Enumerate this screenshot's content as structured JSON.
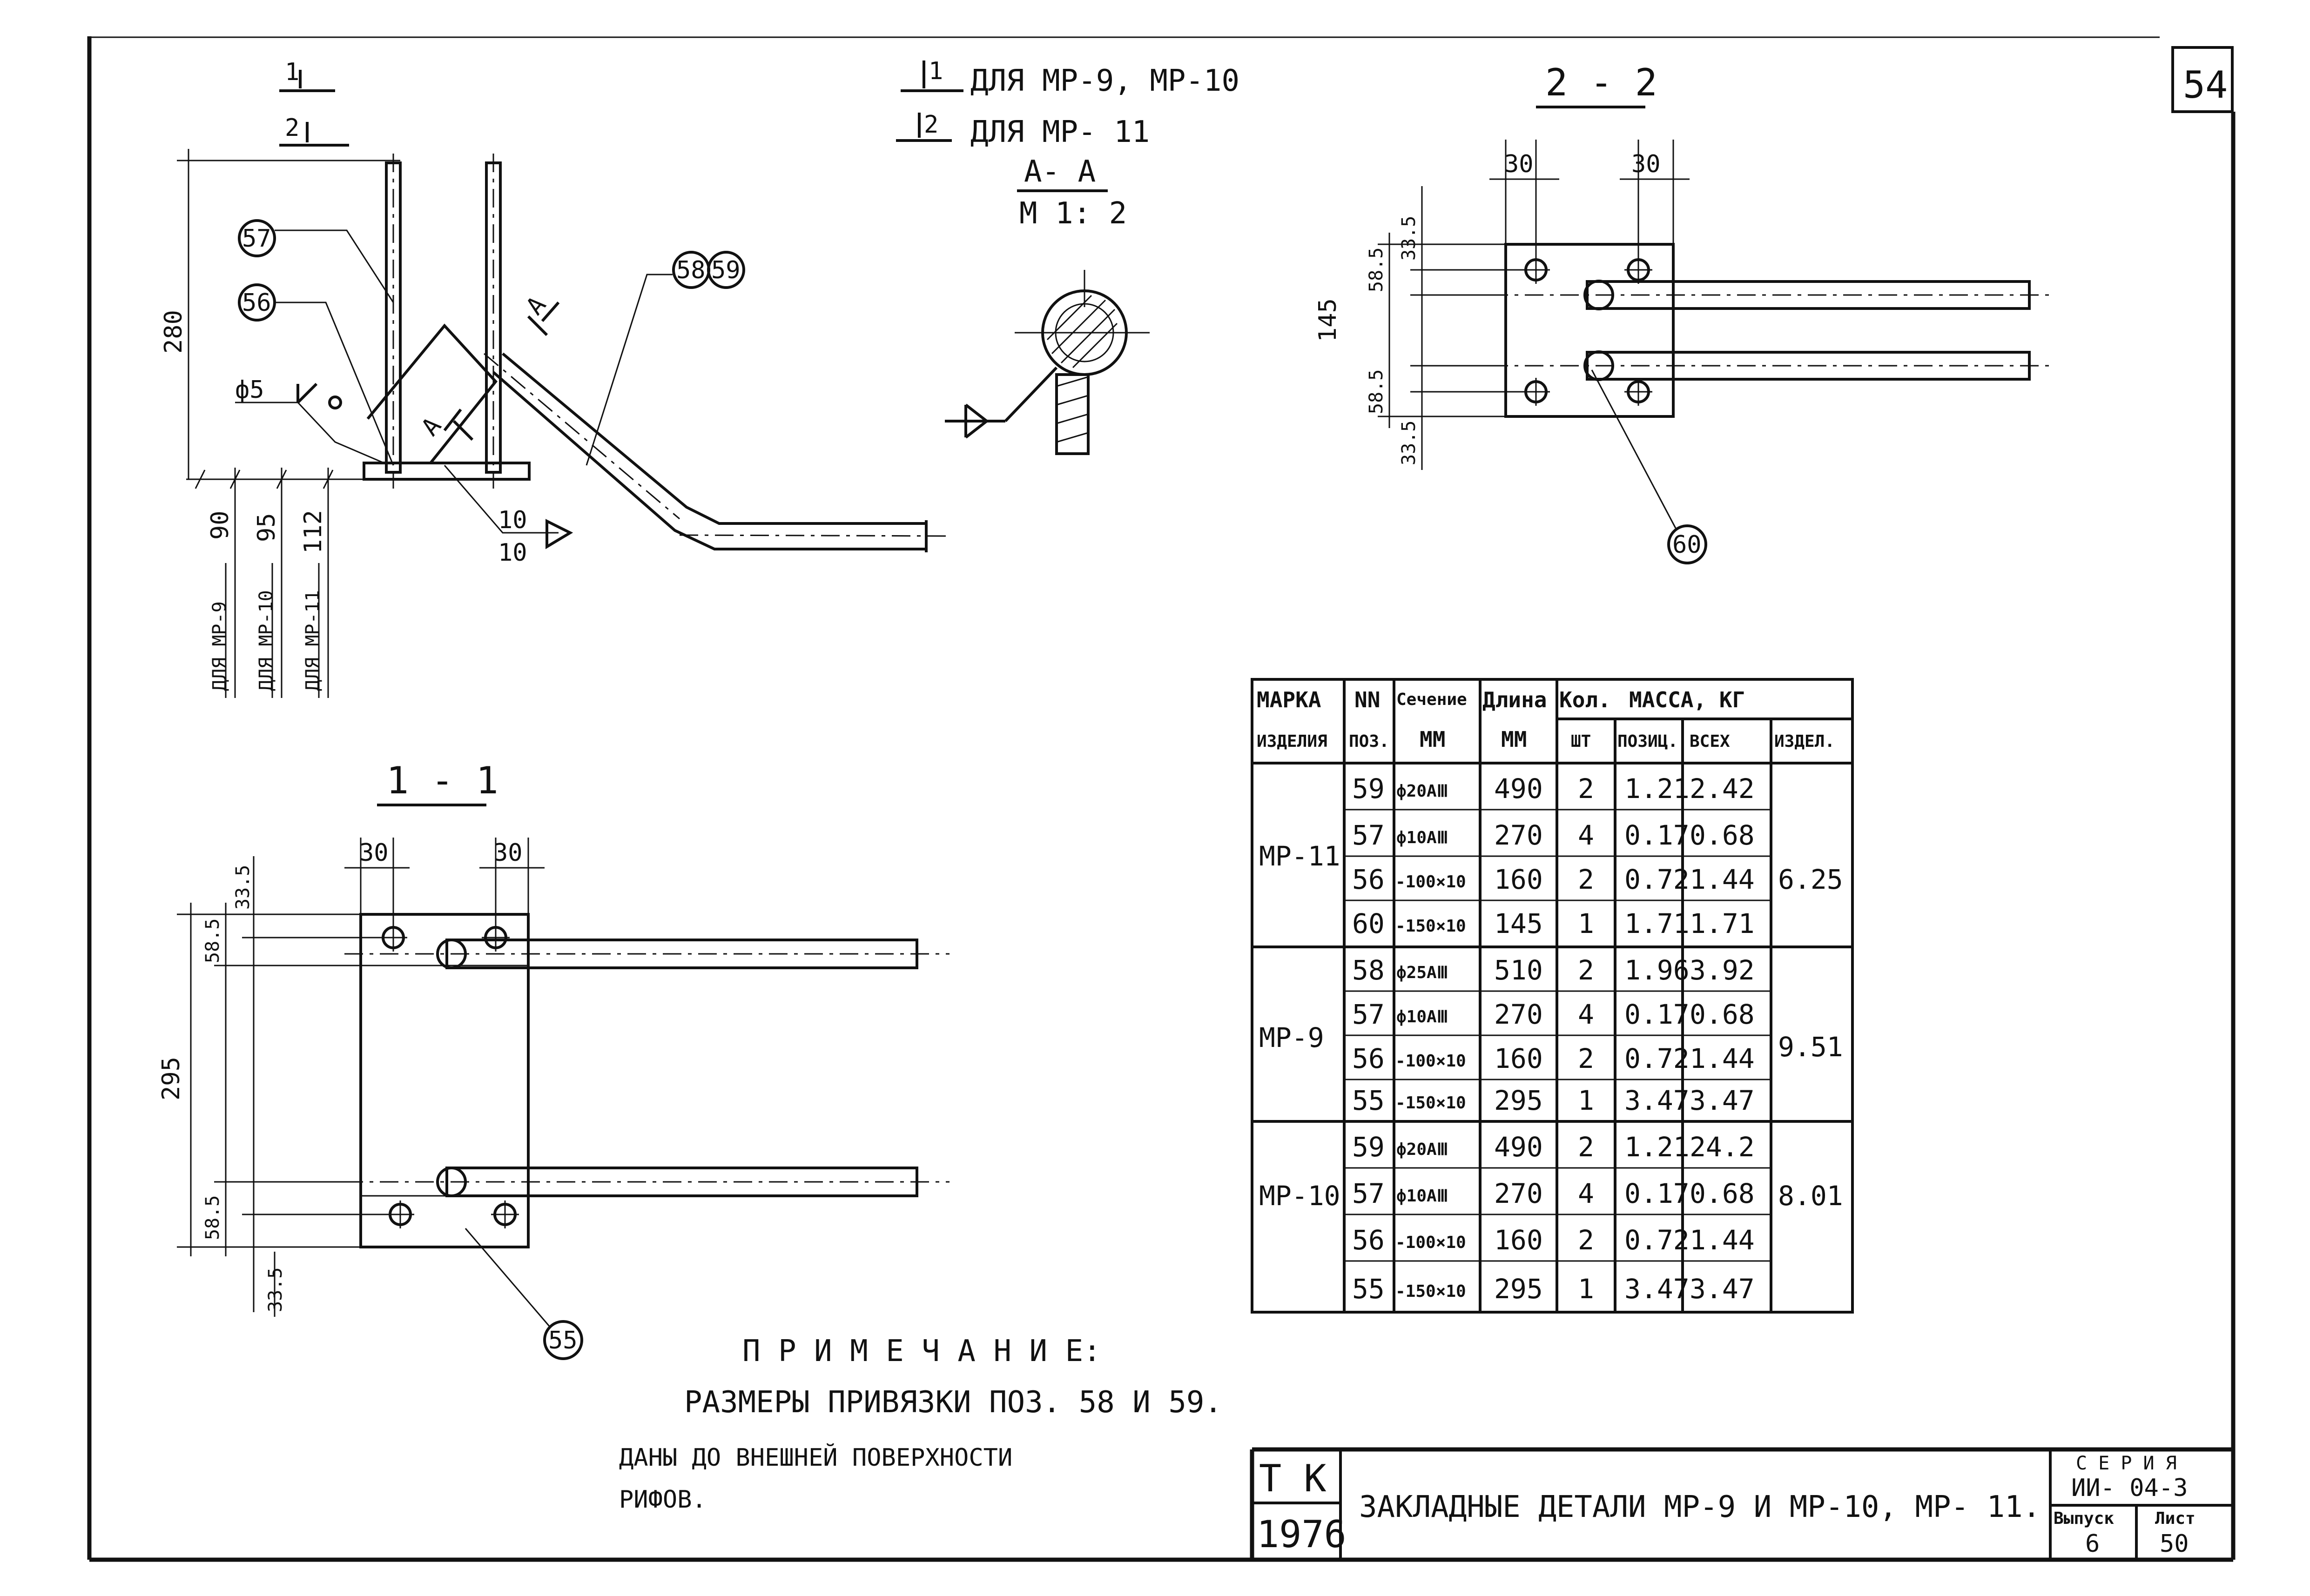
{
  "sheet": {
    "number": "54"
  },
  "section_marks": {
    "mark1": "1",
    "mark2": "2",
    "legend1_num": "1",
    "legend1_text": "ДЛЯ МР-9, МР-10",
    "legend2_num": "2",
    "legend2_text": "ДЛЯ МР- 11"
  },
  "section_aa": {
    "title": "А- А",
    "scale": "М 1: 2",
    "cut_label": "А"
  },
  "view_22": {
    "title": "2 - 2",
    "dims": [
      "30",
      "30",
      "33.5",
      "58.5",
      "145",
      "58.5",
      "33.5"
    ],
    "callout": "60"
  },
  "view_11": {
    "title": "1 - 1",
    "dims": [
      "30",
      "30",
      "33.5",
      "58.5",
      "295",
      "58.5",
      "33.5"
    ],
    "callout": "55"
  },
  "elevation": {
    "callouts": [
      "57",
      "56",
      "58",
      "59"
    ],
    "dim_280": "280",
    "weld_d": "ф5",
    "weld_10a": "10",
    "weld_10b": "10",
    "dims_bottom": [
      "90",
      "95",
      "112"
    ],
    "labels_bottom": [
      "ДЛЯ МР-9",
      "ДЛЯ МР-10",
      "ДЛЯ МР-11"
    ]
  },
  "table": {
    "headers": {
      "marka_1": "МАРКА",
      "marka_2": "ИЗДЕЛИЯ",
      "nn_1": "NN",
      "nn_2": "ПОЗ.",
      "sec_1": "Сечение",
      "sec_2": "ММ",
      "len_1": "Длина",
      "len_2": "ММ",
      "qty_1": "Кол.",
      "qty_2": "ШТ",
      "mass": "МАССА, КГ",
      "m_pos": "ПОЗИЦ.",
      "m_all": "ВСЕХ",
      "m_item": "ИЗДЕЛ."
    },
    "groups": [
      {
        "marka": "МР-11",
        "total": "6.25",
        "rows": [
          [
            "59",
            "ф20АⅢ",
            "490",
            "2",
            "1.21",
            "2.42"
          ],
          [
            "57",
            "ф10АⅢ",
            "270",
            "4",
            "0.17",
            "0.68"
          ],
          [
            "56",
            "-100×10",
            "160",
            "2",
            "0.72",
            "1.44"
          ],
          [
            "60",
            "-150×10",
            "145",
            "1",
            "1.71",
            "1.71"
          ]
        ]
      },
      {
        "marka": "МР-9",
        "total": "9.51",
        "rows": [
          [
            "58",
            "ф25АⅢ",
            "510",
            "2",
            "1.96",
            "3.92"
          ],
          [
            "57",
            "ф10АⅢ",
            "270",
            "4",
            "0.17",
            "0.68"
          ],
          [
            "56",
            "-100×10",
            "160",
            "2",
            "0.72",
            "1.44"
          ],
          [
            "55",
            "-150×10",
            "295",
            "1",
            "3.47",
            "3.47"
          ]
        ]
      },
      {
        "marka": "МР-10",
        "total": "8.01",
        "rows": [
          [
            "59",
            "ф20АⅢ",
            "490",
            "2",
            "1.21",
            "24.2"
          ],
          [
            "57",
            "ф10АⅢ",
            "270",
            "4",
            "0.17",
            "0.68"
          ],
          [
            "56",
            "-100×10",
            "160",
            "2",
            "0.72",
            "1.44"
          ],
          [
            "55",
            "-150×10",
            "295",
            "1",
            "3.47",
            "3.47"
          ]
        ]
      }
    ]
  },
  "note": {
    "title": "П Р И М Е Ч А Н И Е:",
    "line1": "РАЗМЕРЫ ПРИВЯЗКИ ПОЗ. 58 И 59.",
    "line2": "ДАНЫ ДО ВНЕШНЕЙ ПОВЕРХНОСТИ",
    "line3": "РИФОВ."
  },
  "title_block": {
    "org_1": "Т К",
    "year": "1976",
    "title": "ЗАКЛАДНЫЕ ДЕТАЛИ МР-9 И МР-10, МР- 11.",
    "series_label": "С Е Р И Я",
    "series_value": "ИИ- 04-3",
    "issue_label": "Выпуск",
    "issue_value": "6",
    "sheet_label": "Лист",
    "sheet_value": "50"
  }
}
